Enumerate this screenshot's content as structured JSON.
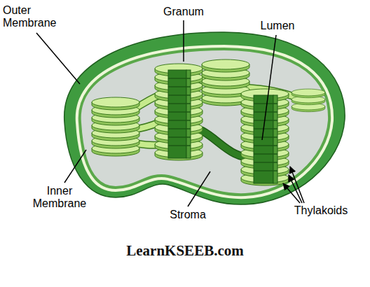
{
  "diagram": {
    "labels": [
      "Outer Membrane",
      "Granum",
      "Lumen",
      "Inner Membrane",
      "Stroma",
      "Thylakoids",
      "LearnKSEEB.com"
    ]
  }
}
